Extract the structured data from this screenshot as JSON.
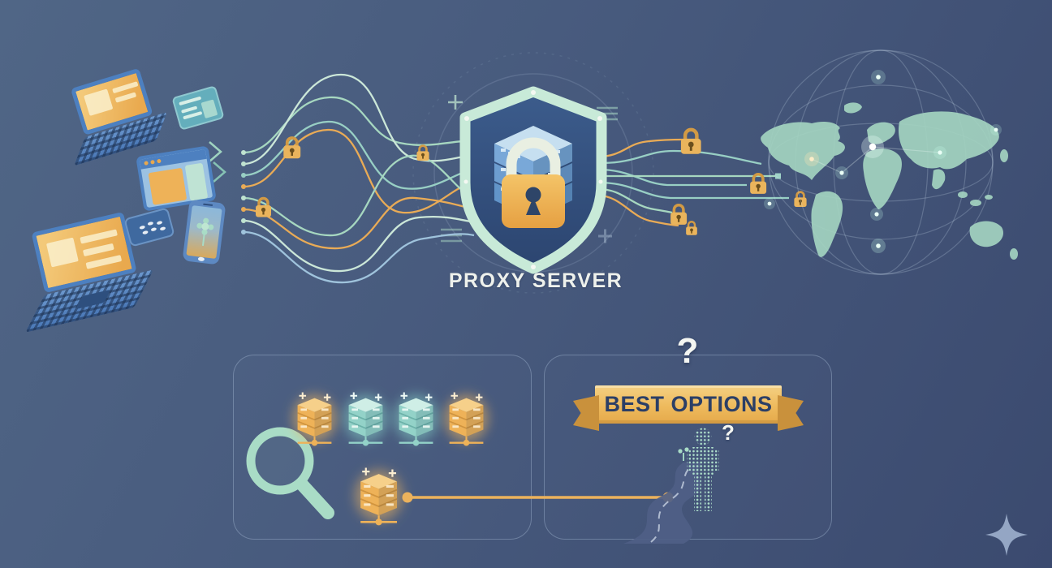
{
  "scene": {
    "title": "PROXY SERVER",
    "banner_label": "BEST OPTIONS",
    "big_question_mark": "?",
    "small_question_mark": "?"
  },
  "palette": {
    "bg_top_left": "#506686",
    "bg_bottom_right": "#3b4a6f",
    "mint": "#a6d7c0",
    "teal": "#98cfc4",
    "orange": "#e9ab56",
    "lock_gold": "#eab45c",
    "banner_gold": "#eeba5d",
    "banner_fold": "#c9913c",
    "navy_text": "#2c3f66",
    "shield_border": "#c8ead8",
    "shield_fill_top": "#3c5c8c",
    "shield_fill_bottom": "#2c4570",
    "server_blue": "#6d9dd0",
    "map_green": "#a5d6c2",
    "label_white": "#eef1ec",
    "road_blue": "#4f5f87",
    "sparkle_blue": "#9db0cd"
  },
  "left_cluster": {
    "devices": [
      {
        "type": "laptop"
      },
      {
        "type": "laptop"
      },
      {
        "type": "browser-window"
      },
      {
        "type": "browser-card"
      },
      {
        "type": "mini-tablet"
      },
      {
        "type": "smartphone"
      }
    ]
  },
  "network": {
    "left_lock_count": 3,
    "right_lock_count": 5,
    "line_colors": [
      "mint",
      "light-mint",
      "teal",
      "orange",
      "light-blue"
    ]
  },
  "search_panel": {
    "icon": "magnifier-icon",
    "server_row_colors": [
      "orange",
      "teal",
      "teal",
      "orange"
    ],
    "selected_server_color": "orange"
  },
  "options_panel": {
    "figure": "pixel-person",
    "path": "winding-road"
  }
}
